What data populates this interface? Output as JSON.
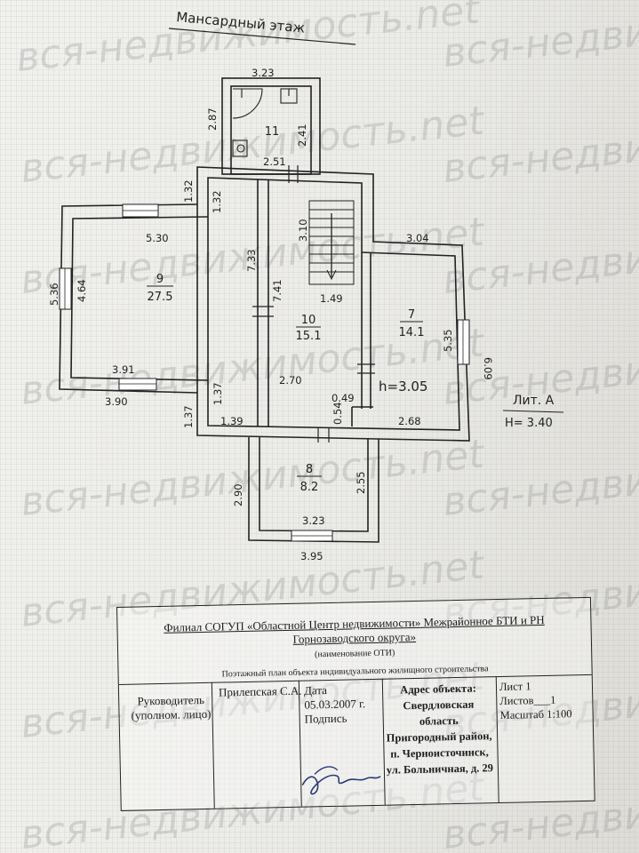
{
  "plan": {
    "title": "Мансардный этаж",
    "lit_label": "Лит. А",
    "lit_height": "Н= 3.40",
    "rooms": [
      {
        "id": "room-9",
        "number": "9",
        "area": "27.5"
      },
      {
        "id": "room-10",
        "number": "10",
        "area": "15.1"
      },
      {
        "id": "room-7",
        "number": "7",
        "area": "14.1"
      },
      {
        "id": "room-8",
        "number": "8",
        "area": "8.2"
      },
      {
        "id": "room-11",
        "number": "11",
        "area": ""
      }
    ],
    "ceiling_height": "h=3.05",
    "dimensions": {
      "d_323_top": "3.23",
      "d_287": "2.87",
      "d_241": "2.41",
      "d_251": "2.51",
      "d_132_a": "1.32",
      "d_132_b": "1.32",
      "d_530": "5.30",
      "d_310": "3.10",
      "d_733": "7.33",
      "d_741": "7.41",
      "d_149": "1.49",
      "d_304": "3.04",
      "d_536": "5.36",
      "d_464": "4.64",
      "d_535": "5.35",
      "d_609": "6.09",
      "d_391": "3.91",
      "d_390": "3.90",
      "d_137_a": "1.37",
      "d_137_b": "1.37",
      "d_139": "1.39",
      "d_270": "2.70",
      "d_049": "0.49",
      "d_054": "0.54",
      "d_268": "2.68",
      "d_290": "2.90",
      "d_255": "2.55",
      "d_323_bottom": "3.23",
      "d_395": "3.95"
    }
  },
  "watermark": "вся-недвижимость.net",
  "stamp": {
    "org_line1": "Филиал СОГУП «Областной Центр недвижимости» Межрайонное БТИ и РН",
    "org_line2": "Горнозаводского округа»",
    "oti_caption": "(наименование ОТИ)",
    "subtitle": "Поэтажный план объекта индивидуального жилищного строительства",
    "role": "Руководитель (уполном. лицо)",
    "name": "Прилепская С.А.",
    "date_label": "Дата",
    "date_value": "05.03.2007 г.",
    "signature_label": "Подпись",
    "address": "Адрес объекта: Свердловская область Пригородный район, п. Черноисточинск, ул. Больничная, д. 29",
    "sheet": "Лист 1",
    "sheets": "Листов___1",
    "scale": "Масштаб 1:100"
  }
}
